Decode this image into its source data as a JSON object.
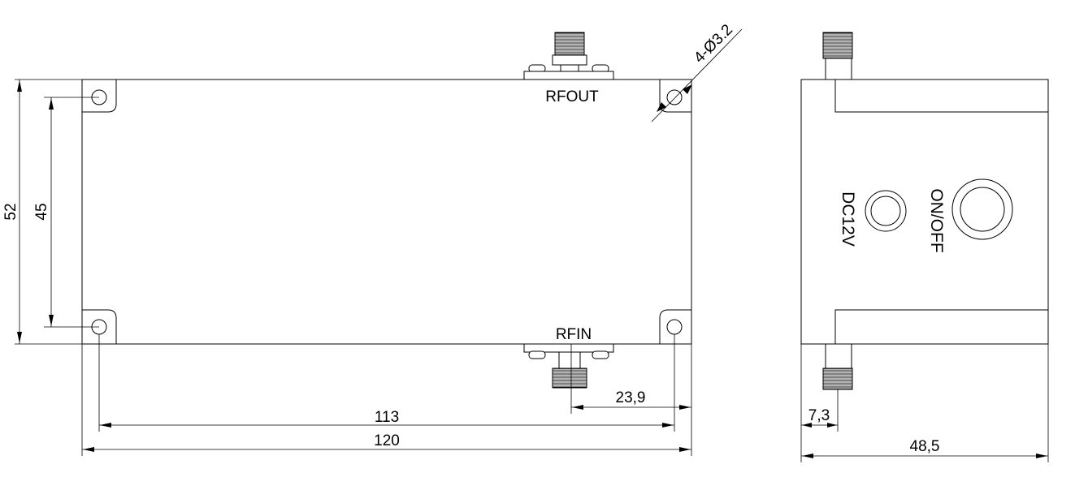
{
  "front_view": {
    "connector_top_label": "RFOUT",
    "connector_bottom_label": "RFIN",
    "hole_callout": "4-Ø3.2",
    "dim_height_outer": "52",
    "dim_height_holes": "45",
    "dim_width_holes": "113",
    "dim_width_outer": "120",
    "dim_connector_offset": "23,9"
  },
  "side_view": {
    "power_label": "DC12V",
    "switch_label": "ON/OFF",
    "dim_connector_offset": "7,3",
    "dim_depth": "48,5"
  }
}
